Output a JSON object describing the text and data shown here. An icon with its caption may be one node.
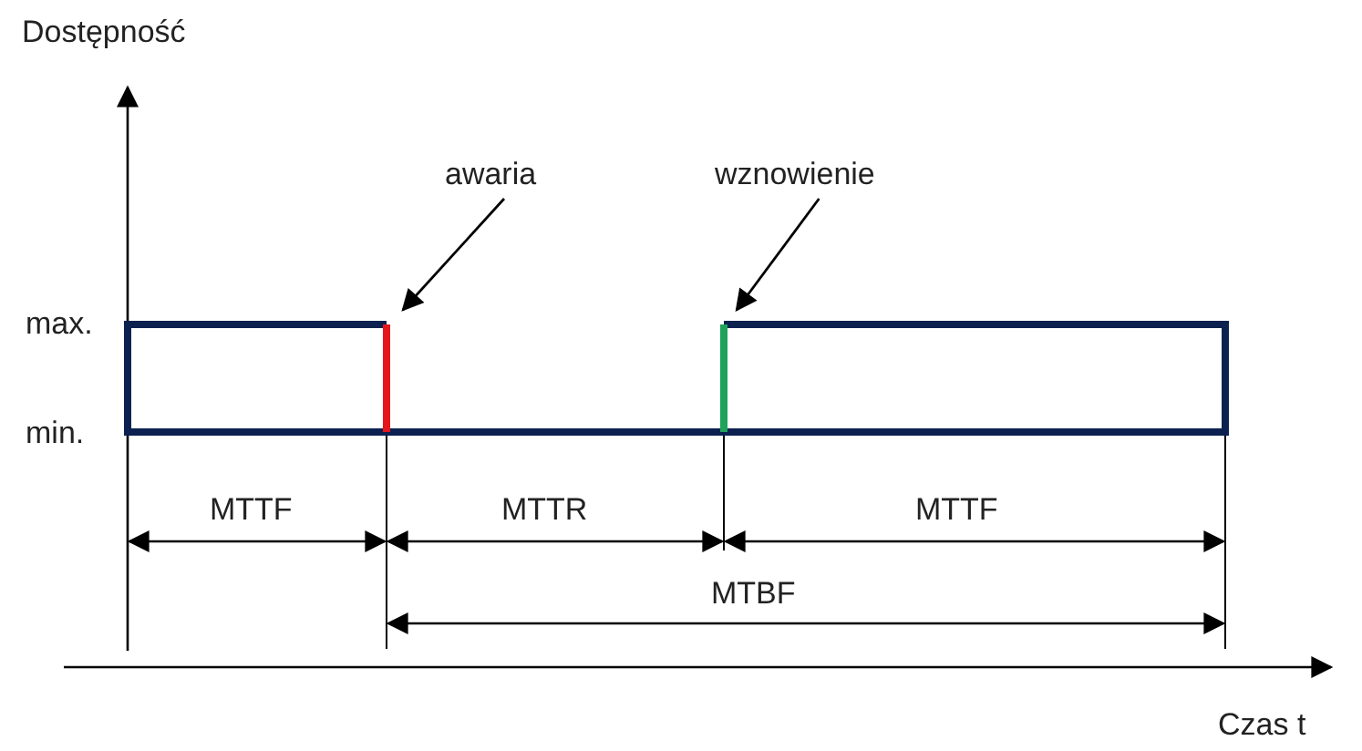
{
  "diagram": {
    "nodes": [
      {
        "text": [
          "awaria"
        ]
      },
      {
        "text": [
          "wznowienie"
        ]
      }
    ],
    "edges": [
      {
        "from": 0,
        "to": null,
        "arrow": "to"
      },
      {
        "from": 1,
        "to": null,
        "arrow": "to"
      }
    ],
    "labels": [
      "Dostępność",
      "max.",
      "min.",
      "MTTF",
      "MTTR",
      "MTTF",
      "MTBF",
      "Czas t"
    ]
  }
}
